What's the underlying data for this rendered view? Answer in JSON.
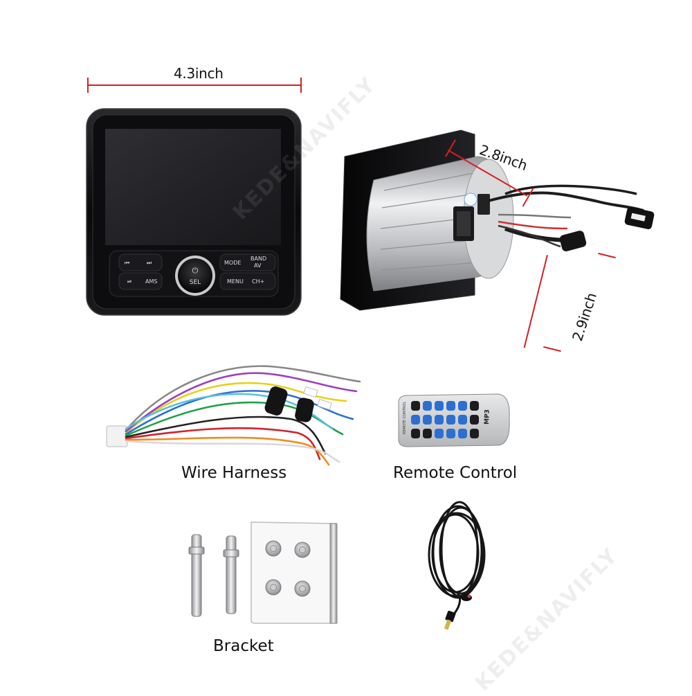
{
  "dimensions": {
    "width_label": "4.3inch",
    "depth_label": "2.8inch",
    "height_label": "2.9inch"
  },
  "head_unit": {
    "buttons": {
      "prev": "⏮",
      "next": "⏭",
      "play": "⏯",
      "ams": "AMS",
      "power_sel": "SEL",
      "mode": "MODE",
      "band": "BAND",
      "av": "AV",
      "menu": "MENU",
      "ch": "CH+"
    }
  },
  "captions": {
    "wire_harness": "Wire Harness",
    "remote_control": "Remote Control",
    "bracket": "Bracket"
  },
  "remote": {
    "side_text": "REMOTE CONTROL",
    "badge": "MP3"
  },
  "watermark": "KEDE&NAVIFLY",
  "colors": {
    "dimension_line": "#d42020",
    "bezel": "#0b0b0d",
    "screen": "#232326",
    "remote_buttons": "#2c6fd1"
  }
}
